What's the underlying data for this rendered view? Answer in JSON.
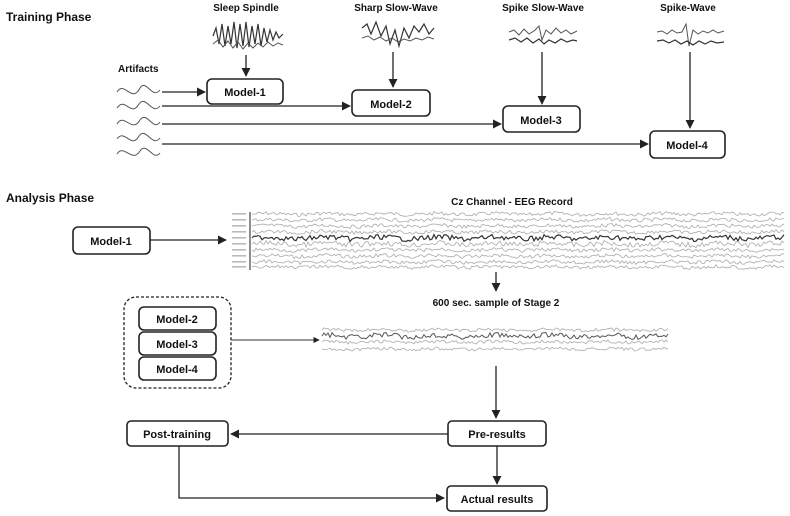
{
  "training": {
    "title": "Training Phase",
    "artifacts_label": "Artifacts",
    "patterns": [
      {
        "label": "Sleep Spindle",
        "model": "Model-1"
      },
      {
        "label": "Sharp Slow-Wave",
        "model": "Model-2"
      },
      {
        "label": "Spike Slow-Wave",
        "model": "Model-3"
      },
      {
        "label": "Spike-Wave",
        "model": "Model-4"
      }
    ]
  },
  "analysis": {
    "title": "Analysis Phase",
    "model_input": "Model-1",
    "eeg_label": "Cz Channel - EEG Record",
    "sample_label": "600 sec. sample of Stage 2",
    "group_models": [
      "Model-2",
      "Model-3",
      "Model-4"
    ],
    "pre_results": "Pre-results",
    "post_training": "Post-training",
    "actual_results": "Actual results"
  }
}
